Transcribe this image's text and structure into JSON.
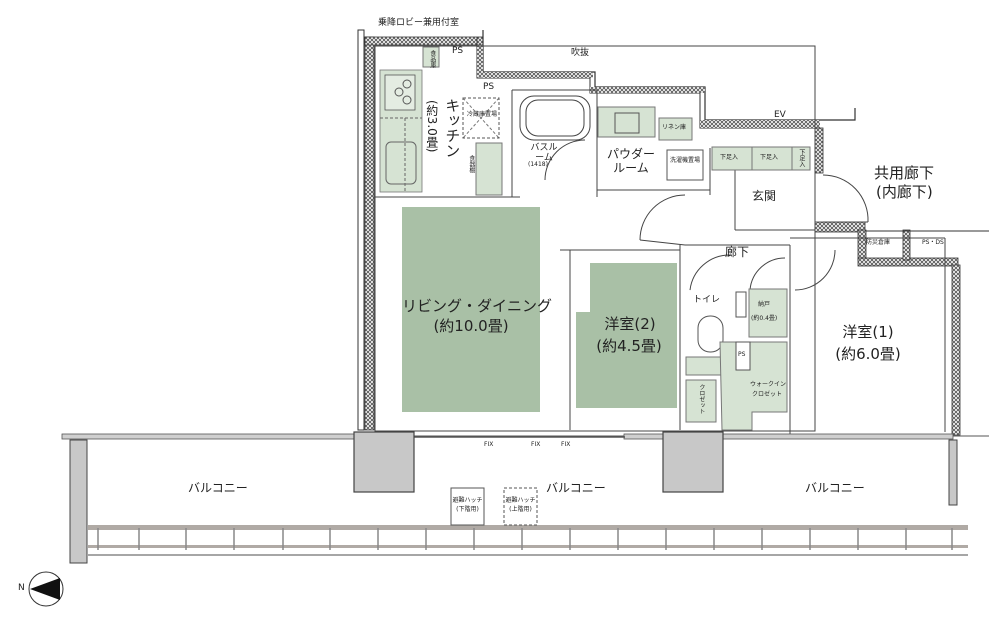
{
  "plan": {
    "colors": {
      "room_fill": "#a9c0a6",
      "fixture_fill": "#d6e3d3",
      "wall": "#333333",
      "column": "#c8c8c8",
      "railing": "#b0aaa5"
    },
    "top_labels": {
      "lobby": "乗降ロビー兼用付室",
      "void": "吹抜",
      "ev": "EV",
      "ps1": "PS",
      "ps2": "PS"
    },
    "kitchen": {
      "name": "キッチン",
      "size": "(約3.0畳)",
      "pantry": "食品庫",
      "fridge": "冷蔵庫置場",
      "cupboard": "食器棚"
    },
    "bath": {
      "name": "バスルーム",
      "size": "(1418)"
    },
    "powder": {
      "name": "パウダールーム",
      "washer": "洗濯機置場",
      "linen": "リネン庫"
    },
    "entrance": {
      "name": "玄関",
      "shoe1": "下足入",
      "shoe2": "下足入",
      "shoe3": "下足入"
    },
    "common": {
      "corridor": "共用廊下",
      "inner": "(内廊下)",
      "storage": "防災倉庫",
      "psds": "PS・DS"
    },
    "hall": "廊下",
    "toilet": "トイレ",
    "closet_small": "納戸",
    "closet_small_size": "(約0.4畳)",
    "ps3": "PS",
    "closet": "クロゼット",
    "wic1": "ウォークイン",
    "wic2": "クロゼット",
    "living": {
      "name": "リビング・ダイニング",
      "size": "(約10.0畳)"
    },
    "room2": {
      "name": "洋室(2)",
      "size": "(約4.5畳)"
    },
    "room1": {
      "name": "洋室(1)",
      "size": "(約6.0畳)"
    },
    "fix": [
      "FIX",
      "FIX",
      "FIX"
    ],
    "balcony": [
      "バルコニー",
      "バルコニー",
      "バルコニー"
    ],
    "hatch1": {
      "line1": "避難ハッチ",
      "line2": "(下階用)"
    },
    "hatch2": {
      "line1": "避難ハッチ",
      "line2": "(上階用)"
    },
    "compass": "N"
  }
}
